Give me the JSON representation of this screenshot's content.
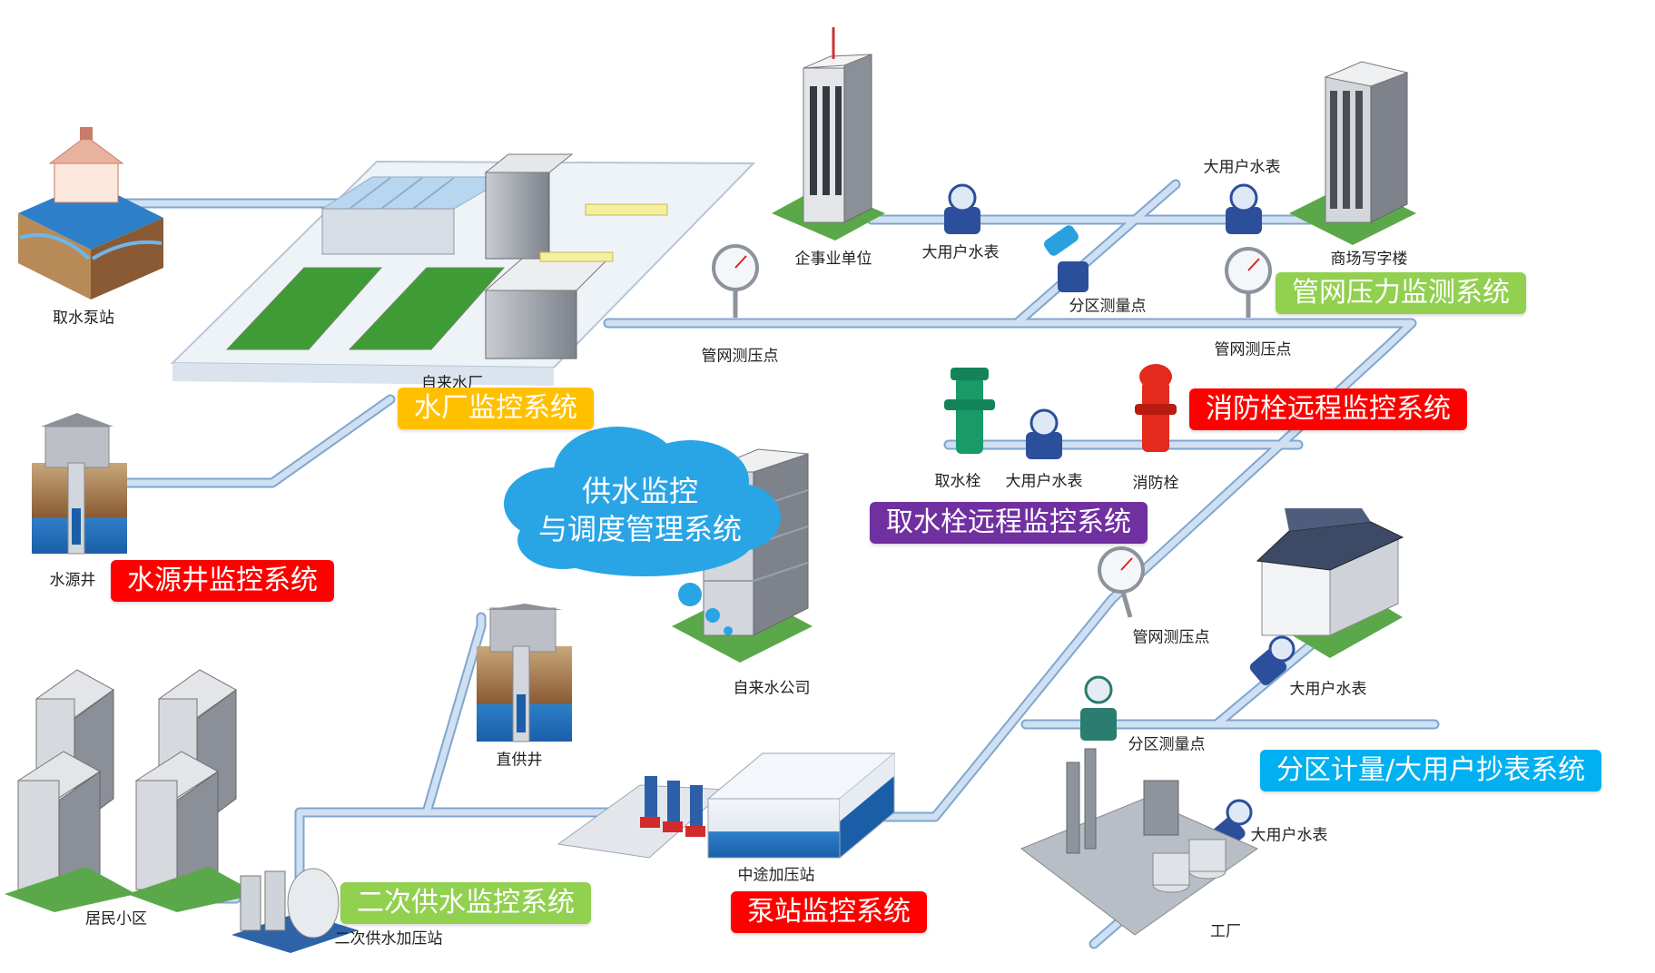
{
  "colors": {
    "pipe": "#a9c6e4",
    "pipe_edge": "#7fa6cf",
    "yellow": "#ffc000",
    "red": "#ff0000",
    "green": "#92d050",
    "purple": "#7030a0",
    "blue": "#00b0f0",
    "cloud": "#29a5e6"
  },
  "labels": {
    "intake_pump_station": "取水泵站",
    "waterworks": "自来水厂",
    "source_well": "水源井",
    "direct_well": "直供井",
    "residential": "居民小区",
    "secondary_booster": "二次供水加压站",
    "midway_booster": "中途加压站",
    "water_company": "自来水公司",
    "enterprise": "企事业单位",
    "large_meter_top": "大用户水表",
    "large_meter_top2": "大用户水表",
    "commercial_building": "商场写字楼",
    "zone_point_top": "分区测量点",
    "pressure_point_1": "管网测压点",
    "pressure_point_2": "管网测压点",
    "pressure_point_3": "管网测压点",
    "hydrant_intake": "取水栓",
    "large_meter_mid": "大用户水表",
    "fire_hydrant": "消防栓",
    "large_meter_right": "大用户水表",
    "zone_point_bottom": "分区测量点",
    "large_meter_factory": "大用户水表",
    "factory": "工厂"
  },
  "systems": {
    "waterworks_monitor": "水厂监控系统",
    "well_monitor": "水源井监控系统",
    "secondary_supply": "二次供水监控系统",
    "pump_station": "泵站监控系统",
    "pressure_monitor": "管网压力监测系统",
    "fire_hydrant_remote": "消防栓远程监控系统",
    "intake_hydrant_remote": "取水栓远程监控系统",
    "zone_metering": "分区计量/大用户抄表系统"
  },
  "cloud": {
    "line1": "供水监控",
    "line2": "与调度管理系统"
  }
}
